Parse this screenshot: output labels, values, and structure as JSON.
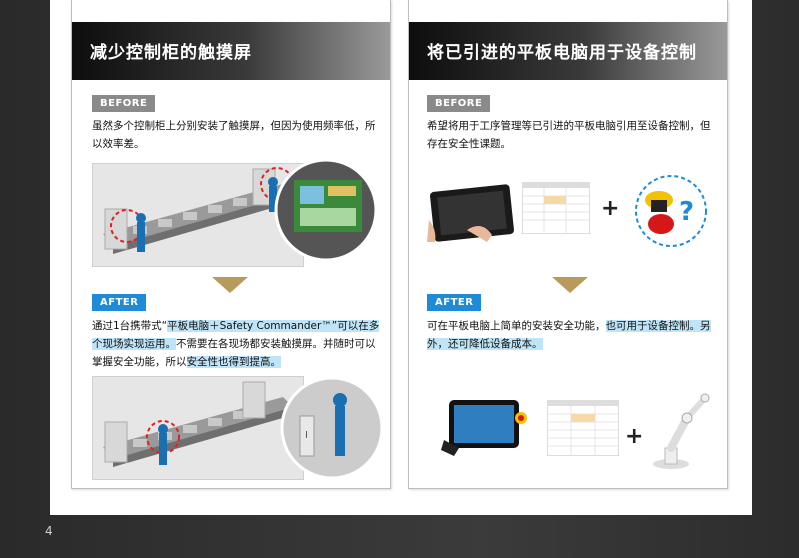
{
  "page_number": "4",
  "left": {
    "title": "减少控制柜的触摸屏",
    "before_tag": "BEFORE",
    "before_text": "虽然多个控制柜上分别安装了触摸屏，但因为使用频率低，所以效率差。",
    "after_tag": "AFTER",
    "after_text_1": "通过1台携带式“",
    "after_text_hl1": "平板电脑＋Safety Commander™”可以在多个现场实现运用。",
    "after_text_2": "不需要在各现场都安装触摸屏。并随时可以掌握安全功能，所以",
    "after_text_hl2": "安全性也得到提高。",
    "pillar_label": "Ⅰ"
  },
  "right": {
    "title": "将已引进的平板电脑用于设备控制",
    "before_tag": "BEFORE",
    "before_text": "希望将用于工序管理等已引进的平板电脑引用至设备控制，但存在安全性课题。",
    "after_tag": "AFTER",
    "after_text_1": "可在平板电脑上简单的安装安全功能，",
    "after_text_hl1": "也可用于设备控制。另外，还可降低设备成本。",
    "plus1": "+",
    "question": "?",
    "plus2": "+"
  },
  "colors": {
    "accent_blue": "#1f8ad8",
    "highlight": "#bfe4f7",
    "arrow": "#b89b5a"
  }
}
